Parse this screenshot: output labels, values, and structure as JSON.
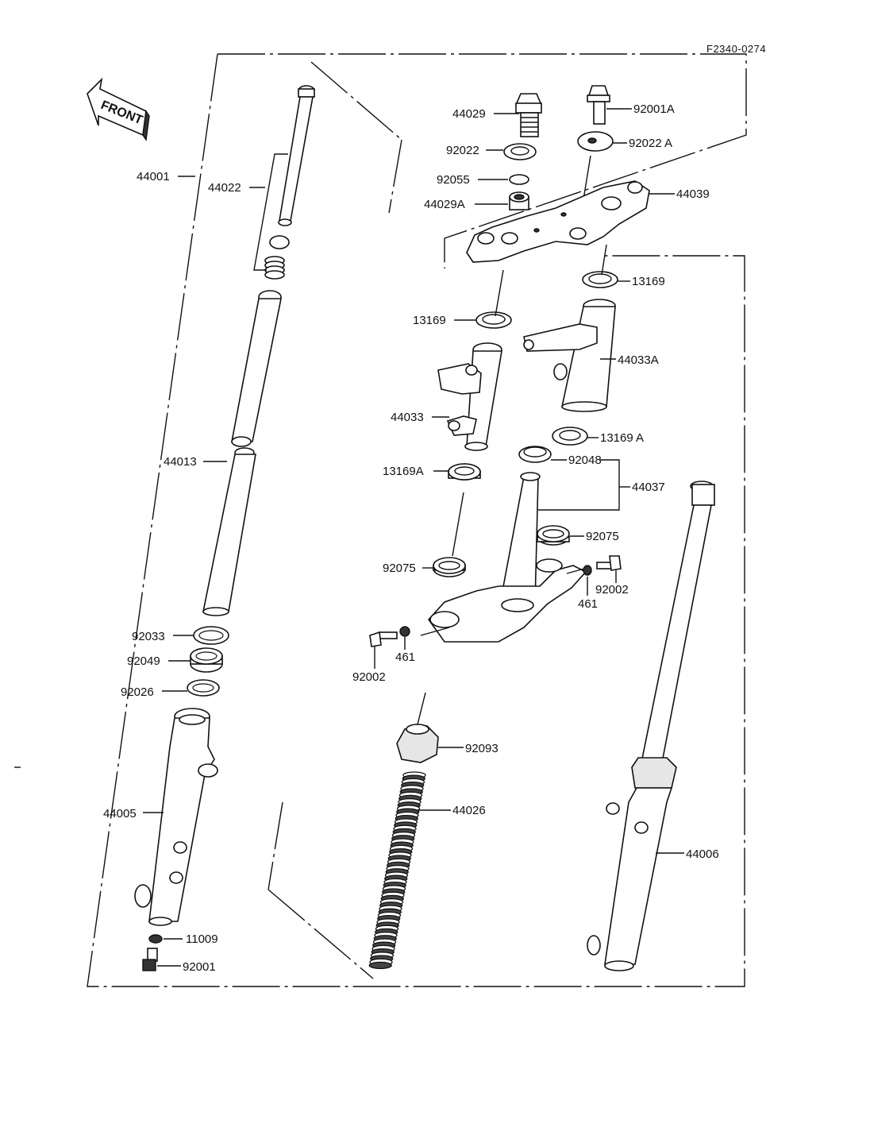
{
  "diagram": {
    "code": "F2340-0274",
    "direction_indicator": "FRONT",
    "labels": {
      "l44001": "44001",
      "l44022": "44022",
      "l44013": "44013",
      "l92033": "92033",
      "l92049": "92049",
      "l92026": "92026",
      "l44005": "44005",
      "l11009": "11009",
      "l92001": "92001",
      "l44029": "44029",
      "l92022": "92022",
      "l92055": "92055",
      "l44029A": "44029A",
      "l92001A": "92001A",
      "l92022A": "92022 A",
      "l44039": "44039",
      "l13169_right": "13169",
      "l13169_left": "13169",
      "l44033A": "44033A",
      "l44033": "44033",
      "l13169A_right": "13169 A",
      "l92048": "92048",
      "l13169A_left": "13169A",
      "l44037": "44037",
      "l92075_right": "92075",
      "l92075_left": "92075",
      "l92002_right": "92002",
      "l461_right": "461",
      "l461_left": "461",
      "l92002_left": "92002",
      "l92093": "92093",
      "l44026": "44026",
      "l44006": "44006"
    }
  }
}
